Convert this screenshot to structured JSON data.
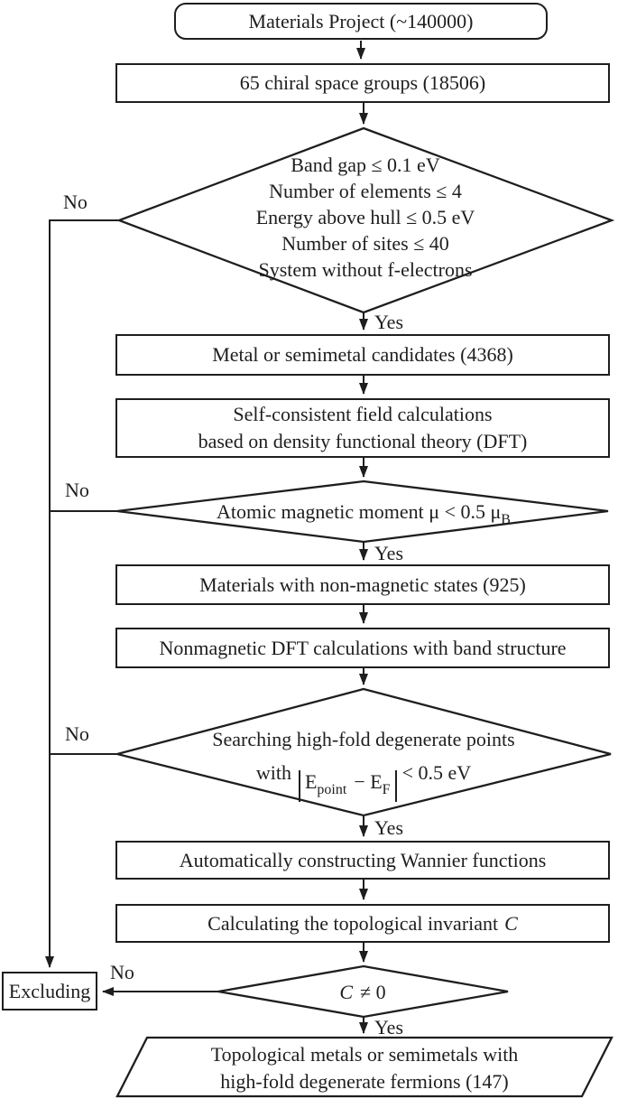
{
  "canvas": {
    "background": "#ffffff",
    "ink": "#1e1e1e"
  },
  "labels": {
    "yes": "Yes",
    "no": "No"
  },
  "nodes": {
    "start": "Materials Project (~140000)",
    "chiral": "65 chiral space groups (18506)",
    "filter": {
      "lines": [
        "Band gap ≤ 0.1 eV",
        "Number of elements ≤ 4",
        "Energy above hull ≤ 0.5 eV",
        "Number of sites ≤ 40",
        "System without f-electrons"
      ]
    },
    "candidates": "Metal or semimetal candidates (4368)",
    "scf": {
      "line1": "Self-consistent field calculations",
      "line2": "based on density functional theory (DFT)"
    },
    "magnetic": {
      "text": "Atomic magnetic moment μ < 0.5 μ",
      "sub": "B"
    },
    "nonmagnetic": "Materials with non-magnetic states (925)",
    "nmdft": "Nonmagnetic DFT calculations with band structure",
    "search": {
      "line1": "Searching high-fold degenerate points",
      "prefix": "with",
      "base1": "E",
      "sub1": "point",
      "mid": "− E",
      "sub2": "F",
      "suffix": "< 0.5 eV"
    },
    "wannier": "Automatically constructing Wannier functions",
    "invariant": {
      "text": "Calculating the topological invariant",
      "symbol": "C"
    },
    "decision_c": {
      "symbol": "C",
      "rest": "≠ 0"
    },
    "excluding": "Excluding",
    "result": {
      "line1": "Topological metals or semimetals with",
      "line2": "high-fold degenerate fermions (147)"
    }
  }
}
